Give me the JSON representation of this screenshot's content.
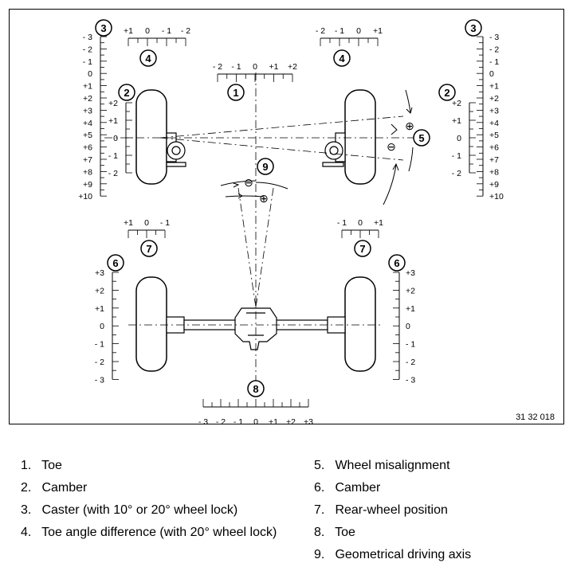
{
  "diagram": {
    "drawing_code": "31 32 018",
    "callouts": [
      "1",
      "2",
      "3",
      "4",
      "5",
      "6",
      "7",
      "8",
      "9"
    ],
    "scales": {
      "toe_front": [
        "- 2",
        "- 1",
        "0",
        "+1",
        "+2"
      ],
      "toe_angle_left": [
        "+1",
        "0",
        "- 1",
        "- 2"
      ],
      "toe_angle_right": [
        "- 2",
        "- 1",
        "0",
        "+1"
      ],
      "caster": [
        "- 3",
        "- 2",
        "- 1",
        "0",
        "+1",
        "+2",
        "+3",
        "+4",
        "+5",
        "+6",
        "+7",
        "+8",
        "+9",
        "+10"
      ],
      "camber_front_left": [
        "+2",
        "+1",
        "0",
        "- 1",
        "- 2"
      ],
      "camber_front_right": [
        "+2",
        "+1",
        "0",
        "- 1",
        "- 2"
      ],
      "rear_left": [
        "+1",
        "0",
        "- 1"
      ],
      "rear_right": [
        "- 1",
        "0",
        "+1"
      ],
      "camber_rear": [
        "+3",
        "+2",
        "+1",
        "0",
        "- 1",
        "- 2",
        "- 3"
      ],
      "toe_rear": [
        "- 3",
        "- 2",
        "- 1",
        "0",
        "+1",
        "+2",
        "+3"
      ]
    },
    "symbols": {
      "minus": "⊖",
      "plus": "⊕"
    }
  },
  "legend": {
    "left": [
      {
        "num": "1.",
        "text": "Toe"
      },
      {
        "num": "2.",
        "text": "Camber"
      },
      {
        "num": "3.",
        "text": "Caster (with 10° or 20° wheel lock)"
      },
      {
        "num": "4.",
        "text": "Toe angle difference (with 20° wheel lock)"
      }
    ],
    "right": [
      {
        "num": "5.",
        "text": "Wheel misalignment"
      },
      {
        "num": "6.",
        "text": "Camber"
      },
      {
        "num": "7.",
        "text": "Rear-wheel position"
      },
      {
        "num": "8.",
        "text": "Toe"
      },
      {
        "num": "9.",
        "text": "Geometrical driving axis"
      }
    ]
  }
}
